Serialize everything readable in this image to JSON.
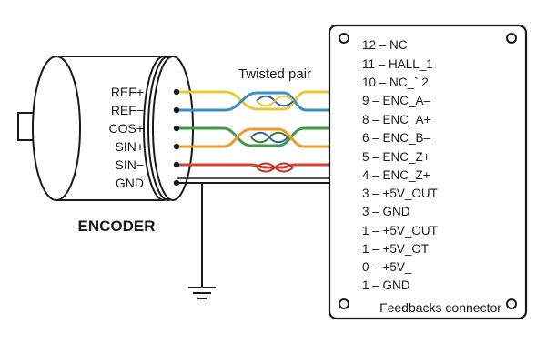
{
  "encoder": {
    "title": "ENCODER",
    "signals": [
      "REF+",
      "REF−",
      "COS+",
      "SIN+",
      "SIN−",
      "GND"
    ]
  },
  "cable": {
    "label": "Twisted pair"
  },
  "connector": {
    "title": "Feedbacks connector",
    "pins": [
      "12 – NC",
      "11 – HALL_1",
      "10 – NC_` 2",
      "9 – ENC_A–",
      "8 – ENC_A+",
      "6 – ENC_B–",
      "5 – ENC_Z+",
      "4 – ENC_Z+",
      "3 – +5V_OUT",
      "3 – GND",
      "1 – +5V_OUT",
      "1 – +5V_OT",
      "0 – +5V_",
      "1 – GND"
    ]
  },
  "colors": {
    "ref_plus": "#e8c93a",
    "ref_minus": "#3a8fc4",
    "cos_plus": "#3e9b4a",
    "sin_plus": "#ef9a2a",
    "sin_minus": "#d9412e",
    "gnd": "#1a1a1a",
    "twist_blue": "#2f5fa8",
    "twist_red": "#b8372a",
    "twist_green": "#2f7d3c",
    "outline": "#1a1a1a"
  }
}
